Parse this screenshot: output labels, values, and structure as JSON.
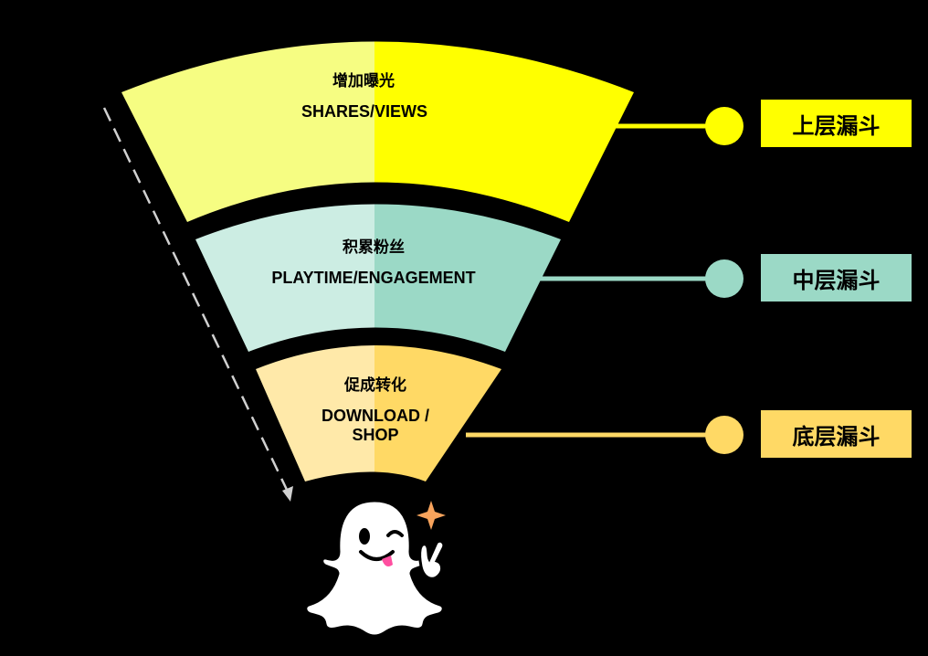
{
  "funnel": {
    "stages": [
      {
        "title": "增加曝光",
        "metric_lines": [
          "SHARES/VIEWS"
        ],
        "label": "上层漏斗",
        "color_light": "#F6FD82",
        "color_dark": "#FFFF00",
        "connector_color": "#FFFF00",
        "box_color": "#FFFF00"
      },
      {
        "title": "积累粉丝",
        "metric_lines": [
          "PLAYTIME/ENGAGEMENT"
        ],
        "label": "中层漏斗",
        "color_light": "#CCEDE3",
        "color_dark": "#9BD9C6",
        "connector_color": "#9BD9C6",
        "box_color": "#9BD9C6"
      },
      {
        "title": "促成转化",
        "metric_lines": [
          "DOWNLOAD /",
          "SHOP"
        ],
        "label": "底层漏斗",
        "color_light": "#FFE9A9",
        "color_dark": "#FFD965",
        "connector_color": "#FFD965",
        "box_color": "#FFD965"
      }
    ],
    "direction_arrow": "dashed-down-arrow",
    "mascot": "snapchat-ghost-icon"
  }
}
